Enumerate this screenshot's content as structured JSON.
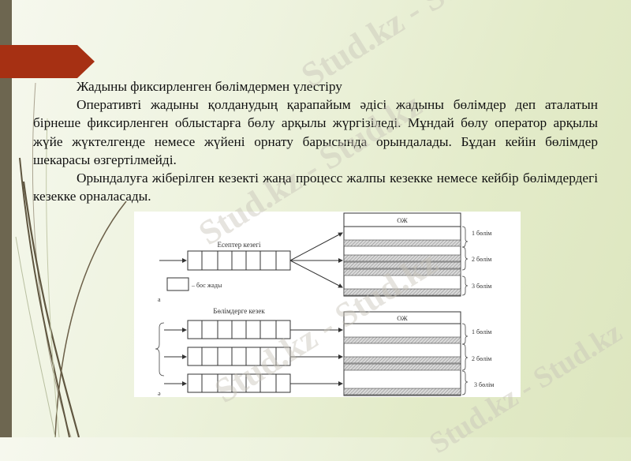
{
  "slide": {
    "title": "Жадыны фиксирленген бөлімдермен үлестіру",
    "paragraphs": [
      "Оперативті жадыны қолданудың қарапайым әдісі жадыны бөлімдер деп аталатын бірнеше фиксирленген облыстарға бөлу арқылы жүргізіледі. Мұндай бөлу оператор арқылы жүйе жүктелгенде немесе жүйені орнату барысында орындалады. Бұдан кейін бөлімдер шекарасы өзгертілмейді.",
      "Орындалуға жіберілген кезекті жаңа процесс жалпы кезекке немесе кейбір бөлімдердегі кезекке орналасады."
    ],
    "watermark_text": "Stud.kz - Stud.kz",
    "colors": {
      "left_strip": "#6d6650",
      "banner": "#a63013",
      "background_start": "#f6f8ee",
      "background_end": "#dde6bf"
    }
  },
  "diagram": {
    "part_a": {
      "queue_label": "Есептер кезегі",
      "memory_header": "ОЖ",
      "legend_label": "– бос жады",
      "marker": "а",
      "partitions": [
        "1 бөлім",
        "2 бөлім",
        "3 бөлім"
      ]
    },
    "part_b": {
      "queue_label": "Бөлімдерге кезек",
      "memory_header": "ОЖ",
      "marker": "ә",
      "partitions": [
        "1 бөлім",
        "2 бөлім",
        "3 бөлім"
      ]
    }
  }
}
